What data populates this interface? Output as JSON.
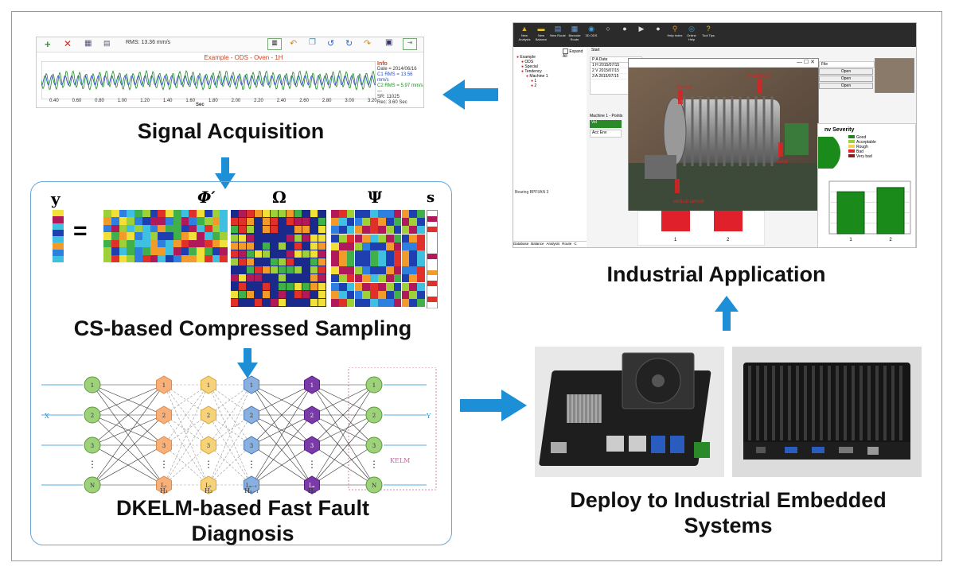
{
  "captions": {
    "signal": "Signal Acquisition",
    "cs": "CS-based Compressed Sampling",
    "dkelm": "DKELM-based Fast Fault",
    "dkelm2": "Diagnosis",
    "industrial": "Industrial Application",
    "deploy": "Deploy to Industrial Embedded",
    "deploy2": "Systems"
  },
  "signal": {
    "rms": "RMS: 13.36 mm/s",
    "title": "Example - ODS - Oven - 1H",
    "info_title": "Info",
    "info": [
      "Date = 2014/06/16",
      "C1 RMS = 13.56 mm/s",
      "C2 RMS = 5.97 mm/s",
      "---",
      "SR: 11025",
      "Rec: 3.60 Sec"
    ],
    "xticks": [
      "0.40",
      "0.60",
      "0.80",
      "1.00",
      "1.20",
      "1.40",
      "1.60",
      "1.80",
      "2.00",
      "2.20",
      "2.40",
      "2.60",
      "2.80",
      "3.00",
      "3.20"
    ],
    "xlabel": "Sec"
  },
  "equation": {
    "y": "y",
    "equals": "=",
    "phi": "Φ′",
    "omega": "Ω",
    "psi": "Ψ",
    "s": "s"
  },
  "network": {
    "input_nodes": [
      "1",
      "2",
      "3",
      "N"
    ],
    "h1_nodes": [
      "1",
      "2",
      "3",
      "L₁"
    ],
    "h2_nodes": [
      "1",
      "2",
      "3",
      "L₂"
    ],
    "h3_nodes": [
      "1",
      "2",
      "3",
      "Lₙ₋₁"
    ],
    "h4_nodes": [
      "1",
      "2",
      "3",
      "Lₙ"
    ],
    "output_nodes": [
      "1",
      "2",
      "3",
      "N"
    ],
    "layer_labels": [
      "H₁",
      "H₂",
      "Hₙ₋₁",
      "Hₙ"
    ],
    "x_label": "X",
    "y_label": "Y",
    "kelm": "KELM",
    "dots": "⋮"
  },
  "app": {
    "toolbar": [
      "New Analysis",
      "New Balance",
      "New Route",
      "Barcode Route",
      "3D ODS",
      "",
      "",
      "",
      "",
      "Help Index",
      "Online Help",
      "Tool Tips"
    ],
    "tree": [
      "Example",
      "ODS",
      "Special",
      "Tendency",
      "Machine 1",
      "1",
      "2"
    ],
    "expand_all": "Expand All",
    "tab_start": "Start",
    "cols": [
      "P",
      "A",
      "Date"
    ],
    "rows": [
      "2015/07/15",
      "2015/07/15",
      "2015/07/15"
    ],
    "row_ids": [
      "H",
      "V",
      "A"
    ],
    "file_header": "File",
    "open": "Open",
    "machine_tab": "Machine 1 - Points",
    "vel": "Vel",
    "acc": "Acc Env",
    "severity_title": "nv Severity",
    "legend": [
      "Good",
      "Acceptable",
      "Rough",
      "Bad",
      "Very bad"
    ],
    "legend_colors": [
      "#1a8a1a",
      "#9bd23b",
      "#f4d24a",
      "#e0202a",
      "#8b1a1a"
    ],
    "bottom_tabs": [
      "Database",
      "Balance",
      "Analysis",
      "Route",
      "C"
    ],
    "bar_x": [
      "1",
      "2"
    ],
    "green_x": [
      "1",
      "2"
    ],
    "side_label": "Bearing BPFI/AN 3",
    "green_ylim": [
      0,
      1
    ],
    "green_values": [
      0.8,
      0.88
    ],
    "photo_labels": [
      "Vertical",
      "Horizontal",
      "Axial",
      "vertical sensor"
    ]
  },
  "colors": {
    "arrow": "#1c8fd6"
  }
}
